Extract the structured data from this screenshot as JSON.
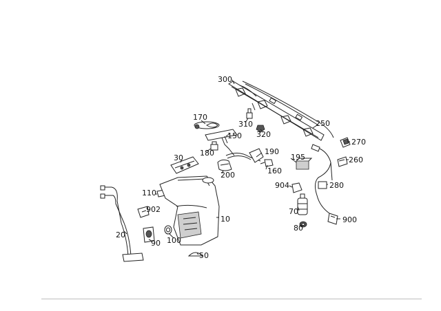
{
  "diagram": {
    "labels": {
      "l300": "300",
      "l250": "250",
      "l310": "310",
      "l320": "320",
      "l170": "170",
      "l150": "150",
      "l180": "180",
      "l190": "190",
      "l30": "30",
      "l200": "200",
      "l160": "160",
      "l195": "195",
      "l270": "270",
      "l260": "260",
      "l904": "904",
      "l280": "280",
      "l110": "110",
      "l902": "902",
      "l10": "10",
      "l70": "70",
      "l80": "80",
      "l900": "900",
      "l20": "20",
      "l90": "90",
      "l100": "100",
      "l50": "50"
    }
  }
}
